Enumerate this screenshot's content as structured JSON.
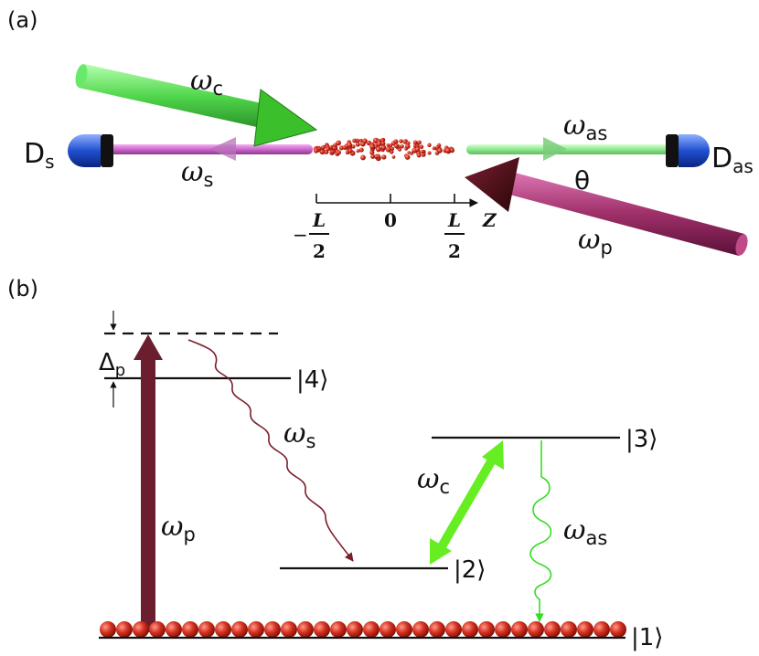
{
  "panels": {
    "a": {
      "tag": "(a)",
      "detector_s": {
        "base": "D",
        "sub": "s",
        "color": "#1f4fbf"
      },
      "detector_as": {
        "base": "D",
        "sub": "as",
        "color": "#1f4fbf"
      },
      "beams": {
        "coupling": {
          "sym": "ω",
          "sub": "c",
          "color": "#5ee05e"
        },
        "stokes": {
          "sym": "ω",
          "sub": "s",
          "color": "#cc66cc"
        },
        "anti_stokes": {
          "sym": "ω",
          "sub": "as",
          "color": "#8fe88f"
        },
        "pump": {
          "sym": "ω",
          "sub": "p",
          "color": "#a0306a"
        }
      },
      "theta": "θ",
      "axis": {
        "minus_sign": "−",
        "numerator": "L",
        "denominator": "2",
        "zero": "0",
        "z_label": "Z"
      },
      "atom_color": "#cc2a1a"
    },
    "b": {
      "tag": "(b)",
      "levels": {
        "l1": "|1⟩",
        "l2": "|2⟩",
        "l3": "|3⟩",
        "l4": "|4⟩"
      },
      "detuning": {
        "base": "Δ",
        "sub": "p"
      },
      "transitions": {
        "pump": {
          "sym": "ω",
          "sub": "p",
          "color": "#6b1f2e"
        },
        "stokes": {
          "sym": "ω",
          "sub": "s",
          "color": "#7a1e2a"
        },
        "coupling": {
          "sym": "ω",
          "sub": "c",
          "color": "#66ee22"
        },
        "anti_stokes": {
          "sym": "ω",
          "sub": "as",
          "color": "#33dd22"
        }
      },
      "atom_color": "#cc2a1a"
    }
  }
}
